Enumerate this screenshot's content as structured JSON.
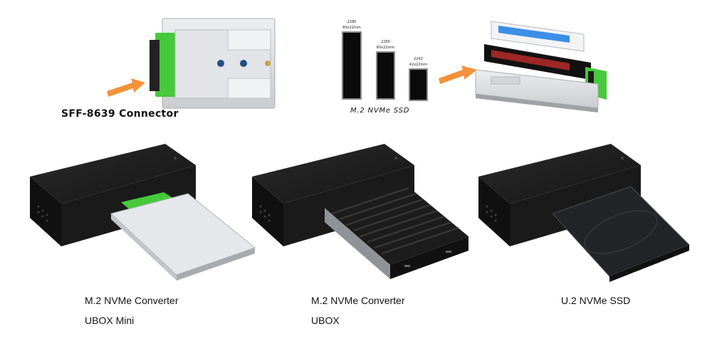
{
  "top_left": {
    "connector_label": "SFF-8639 Connector"
  },
  "top_middle": {
    "drives": [
      {
        "model": "2280",
        "size": "80x22mm"
      },
      {
        "model": "2260",
        "size": "60x22mm"
      },
      {
        "model": "2242",
        "size": "42x22mm"
      }
    ],
    "ssd_label": "M.2  NVMe SSD"
  },
  "products": [
    {
      "line1": "M.2 NVMe Converter",
      "line2": "UBOX Mini"
    },
    {
      "line1": "M.2 NVMe Converter",
      "line2": "UBOX"
    },
    {
      "line1": "U.2 NVMe SSD",
      "line2": ""
    }
  ],
  "colors": {
    "accent_green": "#46c93a",
    "arrow_orange": "#f2923a",
    "enclosure_black": "#141414",
    "tray_silver": "#d8dadd"
  }
}
